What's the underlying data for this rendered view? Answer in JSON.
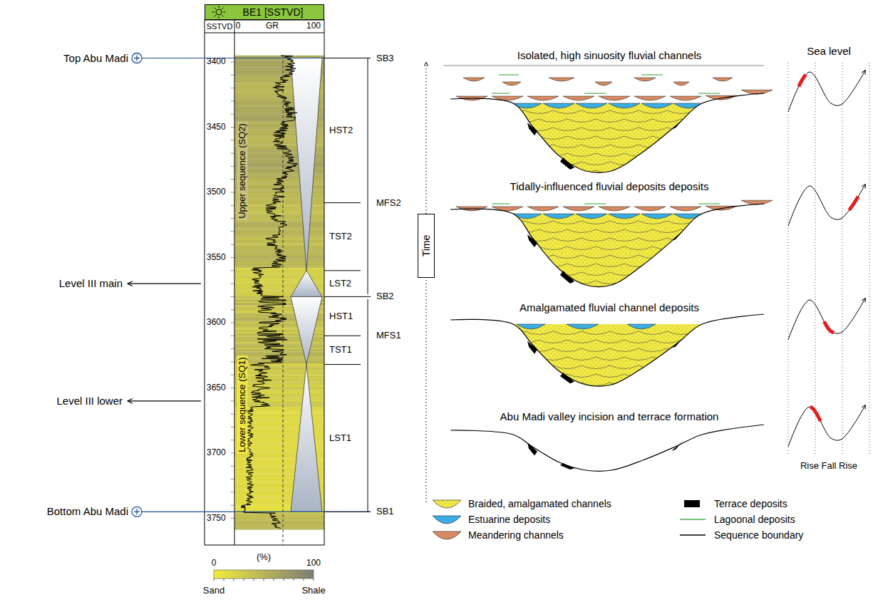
{
  "diagram": {
    "nodes": [
      {
        "text": [
          "BE1 [SSTVD]"
        ]
      },
      {
        "text": [
          "Time"
        ]
      }
    ],
    "labels": [
      "Top Abu Madi",
      "Level III main",
      "Level III lower",
      "Bottom Abu Madi",
      "SSTVD",
      "0",
      "GR",
      "100",
      "3400",
      "3450",
      "3500",
      "3550",
      "3600",
      "3650",
      "3700",
      "3750",
      "Upper sequence (SQ2)",
      "Lower sequence (SQ1)",
      "HST2",
      "TST2",
      "LST2",
      "HST1",
      "TST1",
      "LST1",
      "SB3",
      "MFS2",
      "SB2",
      "MFS1",
      "SB1",
      "(%)",
      "0",
      "100",
      "Sand",
      "Shale",
      "Isolated, high sinuosity fluvial channels",
      "Tidally-influenced fluvial deposits deposits",
      "Amalgamated fluvial channel deposits",
      "Abu Madi valley incision and terrace formation",
      "Sea level",
      "Rise Fall Rise"
    ],
    "legend": [
      {
        "text": "Braided, amalgamated channels",
        "color": "#f2ea46"
      },
      {
        "text": "Estuarine deposits",
        "color": "#3aaee3"
      },
      {
        "text": "Meandering channels",
        "color": "#d98a62"
      },
      {
        "text": "Terrace deposits",
        "color": "#000000"
      },
      {
        "text": "Lagoonal deposits"
      },
      {
        "text": "Sequence boundary"
      }
    ]
  }
}
